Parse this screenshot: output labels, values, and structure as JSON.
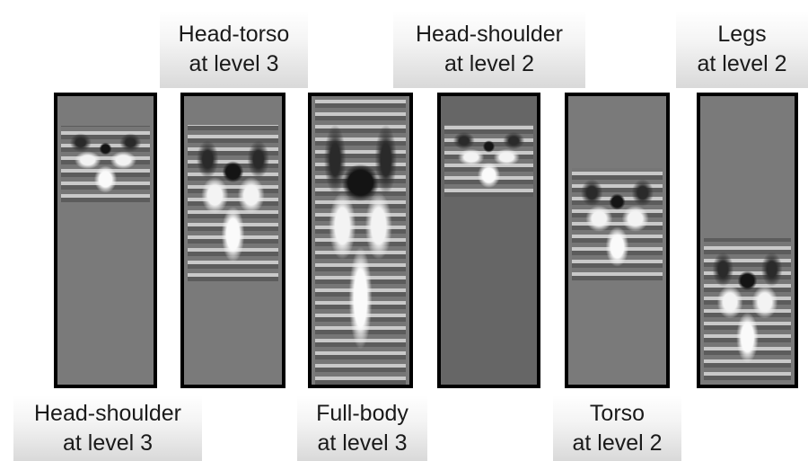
{
  "labels": {
    "head_shoulder_l3": {
      "line1": "Head-shoulder",
      "line2": "at level 3"
    },
    "head_torso_l3": {
      "line1": "Head-torso",
      "line2": "at level 3"
    },
    "full_body_l3": {
      "line1": "Full-body",
      "line2": "at level 3"
    },
    "head_shoulder_l2": {
      "line1": "Head-shoulder",
      "line2": "at level 2"
    },
    "torso_l2": {
      "line1": "Torso",
      "line2": "at level 2"
    },
    "legs_l2": {
      "line1": "Legs",
      "line2": "at level 2"
    }
  },
  "colors": {
    "panel_background": "#777777",
    "panel_background_dark": "#666666",
    "panel_border": "#000000",
    "label_text": "#1a1a1a"
  }
}
